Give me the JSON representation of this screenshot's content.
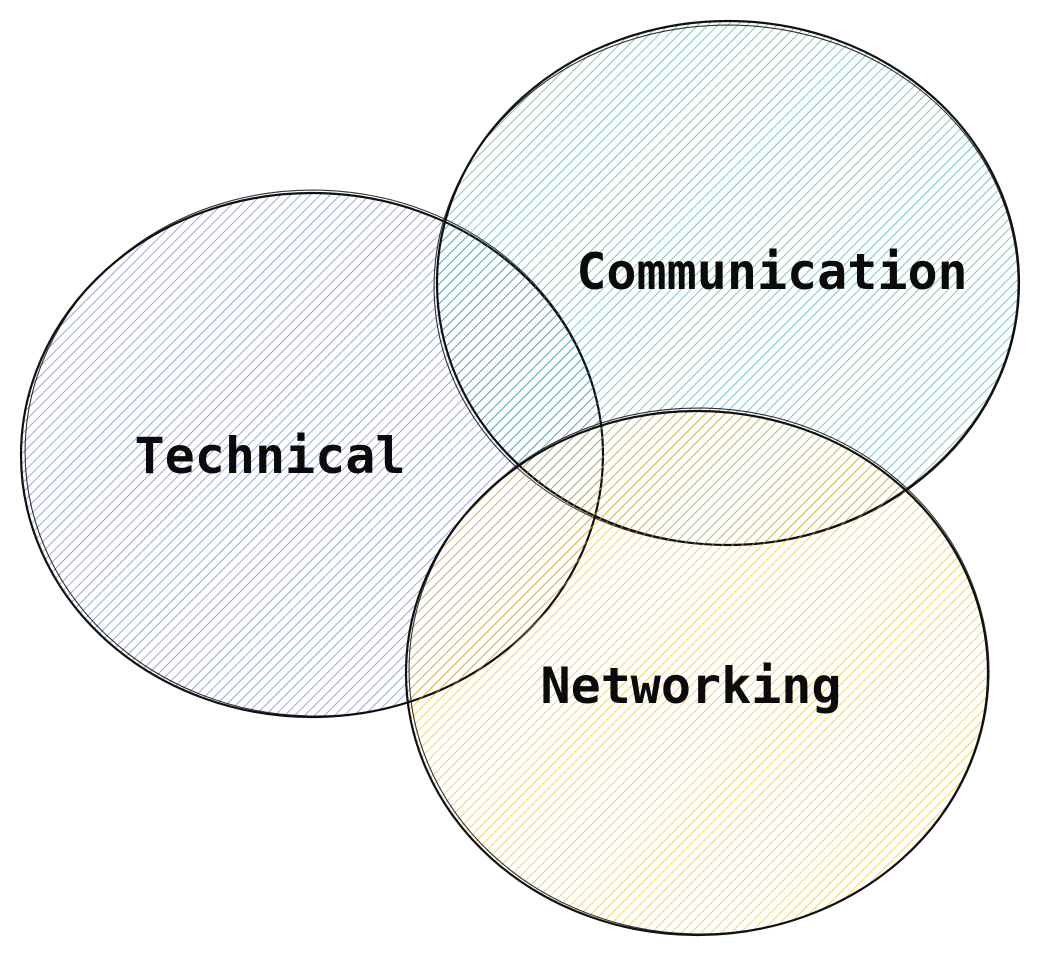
{
  "diagram": {
    "type": "venn",
    "circles": [
      {
        "id": "technical",
        "label": "Technical",
        "color": "#4a5fd0"
      },
      {
        "id": "communication",
        "label": "Communication",
        "color": "#21979b"
      },
      {
        "id": "networking",
        "label": "Networking",
        "color": "#eeb010"
      }
    ]
  }
}
